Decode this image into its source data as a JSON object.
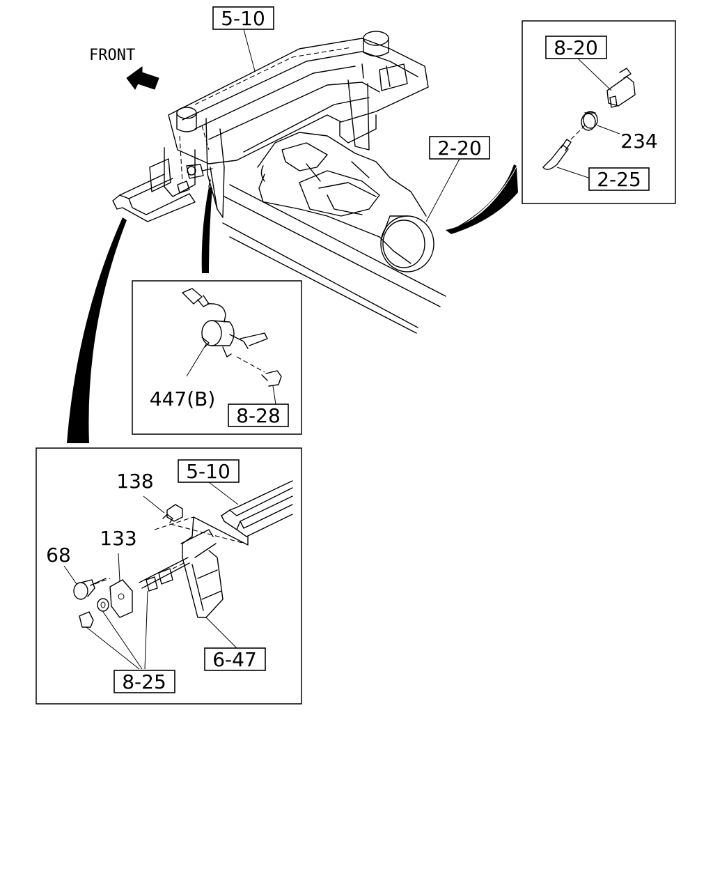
{
  "direction_label": "FRONT",
  "callouts": {
    "main_frame_ref": "5-10",
    "engine_ref": "2-20",
    "inset_top_right_ref_a": "8-20",
    "inset_top_right_part": "234",
    "inset_top_right_ref_b": "2-25",
    "inset_middle_part": "447(B)",
    "inset_middle_ref": "8-28",
    "inset_bottom_frame_ref": "5-10",
    "inset_bottom_part_138": "138",
    "inset_bottom_part_133": "133",
    "inset_bottom_part_68": "68",
    "inset_bottom_ref_bracket": "6-47",
    "inset_bottom_ref_hardware": "8-25"
  }
}
